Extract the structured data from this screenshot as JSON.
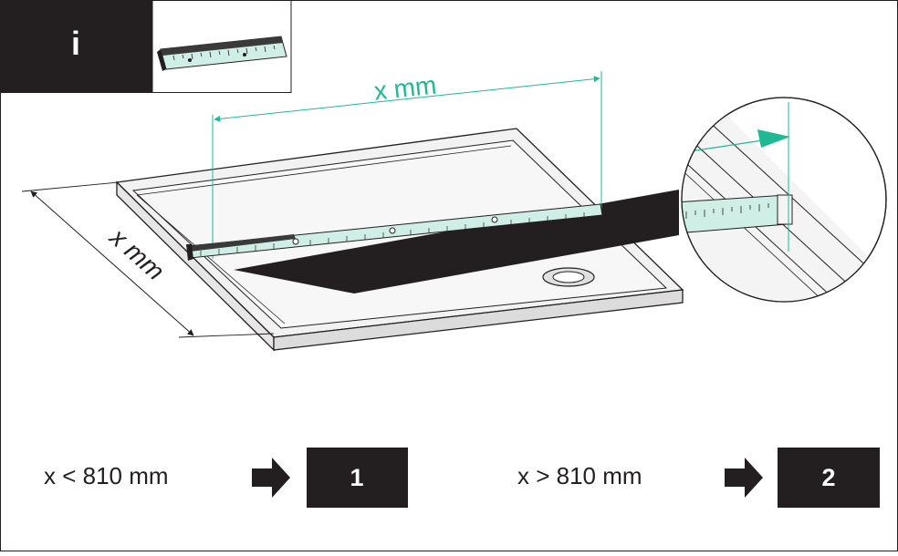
{
  "info_badge": {
    "label": "i"
  },
  "measurement": {
    "width_label": "x mm",
    "depth_label": "x mm"
  },
  "rules": [
    {
      "condition": "x < 810 mm",
      "result": "1"
    },
    {
      "condition": "x > 810 mm",
      "result": "2"
    }
  ],
  "colors": {
    "accent": "#21b894",
    "dark": "#231f20",
    "tray_fill": "#f2f2f2",
    "ruler_fill": "#cfeee5"
  },
  "icons": {
    "tool": "folding-ruler-icon",
    "arrow": "right-arrow-icon"
  }
}
